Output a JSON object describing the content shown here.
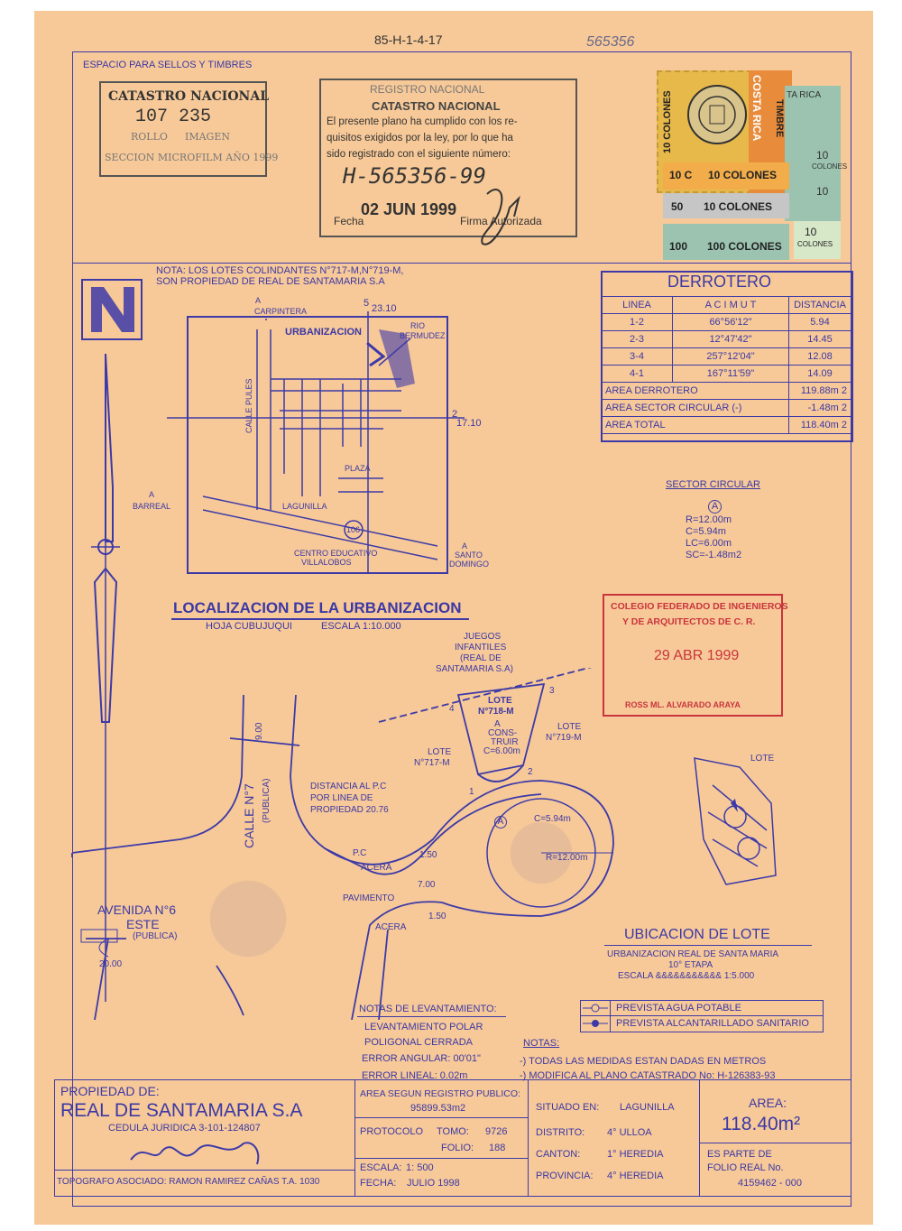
{
  "header": {
    "code_top": "85-H-1-4-17",
    "code_right": "565356",
    "sellos_label": "ESPACIO PARA SELLOS Y TIMBRES"
  },
  "catastro_stamp": {
    "title": "CATASTRO NACIONAL",
    "numbers": "107 235",
    "rollo": "ROLLO",
    "imagen": "IMAGEN",
    "seccion": "SECCION MICROFILM AÑO 1999"
  },
  "registro_stamp": {
    "line1": "REGISTRO NACIONAL",
    "line2": "CATASTRO NACIONAL",
    "text1": "El presente plano ha cumplido con los re-",
    "text2": "quisitos exigidos por la ley, por lo que ha",
    "text3": "sido registrado con el siguiente número:",
    "number": "H-565356-99",
    "date": "02 JUN 1999",
    "fecha_label": "Fecha",
    "firma_label": "Firma Autorizada"
  },
  "timbres": {
    "t1": "10 COLONES",
    "t2": "COSTA RICA",
    "t3": "TIMBRE",
    "t4": "10 COLONES",
    "t5": "10 C",
    "t6": "50",
    "t7": "10 COLONES",
    "t8": "100",
    "t9": "100 COLONES",
    "t10": "TA RICA",
    "t11": "10",
    "t12": "COLONES",
    "t13": "10",
    "t14": "10",
    "t15": "COLONES"
  },
  "nota": {
    "line1": "NOTA: LOS LOTES COLINDANTES N°717-M,N°719-M,",
    "line2": "SON PROPIEDAD DE REAL DE SANTAMARIA S.A"
  },
  "location_map": {
    "carpintera_a": "A",
    "carpintera": "CARPINTERA",
    "n5": "5",
    "v2310": "23.10",
    "rio": "RIO",
    "bermudez": "BERMUDEZ",
    "urbanizacion": "URBANIZACION",
    "calle_pules": "CALLE PULES",
    "n2": "2",
    "v1710": "17.10",
    "plaza": "PLAZA",
    "a_barreal": "A",
    "barreal": "BARREAL",
    "lagunilla": "LAGUNILLA",
    "n106": "106",
    "centro1": "CENTRO EDUCATIVO",
    "centro2": "VILLALOBOS",
    "a_santo": "A",
    "santo": "SANTO",
    "domingo": "DOMINGO",
    "title": "LOCALIZACION DE LA URBANIZACION",
    "hoja": "HOJA CUBUJUQUI",
    "escala": "ESCALA 1:10.000"
  },
  "derrotero": {
    "title": "DERROTERO",
    "headers": [
      "LINEA",
      "A C I M U T",
      "DISTANCIA"
    ],
    "rows": [
      [
        "1-2",
        "66°56'12\"",
        "5.94"
      ],
      [
        "2-3",
        "12°47'42\"",
        "14.45"
      ],
      [
        "3-4",
        "257°12'04\"",
        "12.08"
      ],
      [
        "4-1",
        "167°11'59\"",
        "14.09"
      ]
    ],
    "area_derrotero_label": "AREA DERROTERO",
    "area_derrotero_value": "119.88m 2",
    "area_sector_label": "AREA SECTOR CIRCULAR (-)",
    "area_sector_value": "-1.48m 2",
    "area_total_label": "AREA TOTAL",
    "area_total_value": "118.40m 2"
  },
  "sector_circular": {
    "title": "SECTOR CIRCULAR",
    "marker": "A",
    "r": "R=12.00m",
    "c": "C=5.94m",
    "lc": "LC=6.00m",
    "sc": "SC=-1.48m2"
  },
  "colegio_stamp": {
    "line1": "COLEGIO FEDERADO DE INGENIEROS",
    "line2": "Y DE ARQUITECTOS DE C. R.",
    "date": "29 ABR 1999",
    "name": "ROSS ML. ALVARADO ARAYA"
  },
  "lot_plan": {
    "juegos1": "JUEGOS",
    "juegos2": "INFANTILES",
    "juegos3": "(REAL DE",
    "juegos4": "SANTAMARIA S.A)",
    "p3": "3",
    "p4": "4",
    "lote_lbl": "LOTE",
    "lote_num": "N°718-M",
    "a": "A",
    "cons": "CONS-",
    "truir": "TRUIR",
    "c600": "C=6.00m",
    "lote719_1": "LOTE",
    "lote719_2": "N°719-M",
    "lote717_1": "LOTE",
    "lote717_2": "N°717-M",
    "p1": "1",
    "p2": "2",
    "dist1": "DISTANCIA AL P.C",
    "dist2": "POR LINEA DE",
    "dist3": "PROPIEDAD 20.76",
    "c594": "C=5.94m",
    "r1200": "R=12.00m",
    "a_marker": "A",
    "calle1": "CALLE N°7",
    "calle2": "(PUBLICA)",
    "w900": "9.00",
    "pc": "P.C",
    "acera1": "ACERA",
    "v150a": "1.50",
    "pavimento": "PAVIMENTO",
    "v700": "7.00",
    "acera2": "ACERA",
    "v150b": "1.50",
    "avenida1": "AVENIDA N°6",
    "avenida2": "ESTE",
    "avenida3": "(PUBLICA)",
    "w2000": "20.00"
  },
  "ubicacion": {
    "lote": "LOTE",
    "title": "UBICACION DE LOTE",
    "sub1": "URBANIZACION REAL DE SANTA MARIA",
    "sub2": "10° ETAPA",
    "escala": "ESCALA &&&&&&&&&&& 1:5.000"
  },
  "legend": {
    "agua": "PREVISTA AGUA POTABLE",
    "alcantarillado": "PREVISTA ALCANTARILLADO SANITARIO"
  },
  "notas_levantamiento": {
    "title": "NOTAS DE LEVANTAMIENTO:",
    "l1": "LEVANTAMIENTO POLAR",
    "l2": "POLIGONAL CERRADA",
    "l3": "ERROR ANGULAR: 00'01\"",
    "l4": "ERROR LINEAL: 0.02m"
  },
  "notas": {
    "title": "NOTAS:",
    "n1": "-) TODAS LAS MEDIDAS ESTAN DADAS EN METROS",
    "n2": "-) MODIFICA AL PLANO CATASTRADO No: H-126383-93"
  },
  "title_block": {
    "propiedad_label": "PROPIEDAD DE:",
    "owner": "REAL DE SANTAMARIA S.A",
    "cedula": "CEDULA JURIDICA 3-101-124807",
    "topografo": "TOPOGRAFO ASOCIADO: RAMON RAMIREZ CAÑAS T.A. 1030",
    "area_reg_label": "AREA SEGUN REGISTRO PUBLICO:",
    "area_reg_value": "95899.53m2",
    "protocolo": "PROTOCOLO",
    "tomo_label": "TOMO:",
    "tomo": "9726",
    "folio_label": "FOLIO:",
    "folio": "188",
    "escala_label": "ESCALA:",
    "escala": "1: 500",
    "fecha_label": "FECHA:",
    "fecha": "JULIO 1998",
    "situado_label": "SITUADO EN:",
    "situado": "LAGUNILLA",
    "distrito_label": "DISTRITO:",
    "distrito": "4° ULLOA",
    "canton_label": "CANTON:",
    "canton": "1° HEREDIA",
    "provincia_label": "PROVINCIA:",
    "provincia": "4° HEREDIA",
    "area_label": "AREA:",
    "area_value": "118.40m²",
    "parte1": "ES PARTE DE",
    "parte2": "FOLIO REAL No.",
    "parte3": "4159462 - 000"
  }
}
